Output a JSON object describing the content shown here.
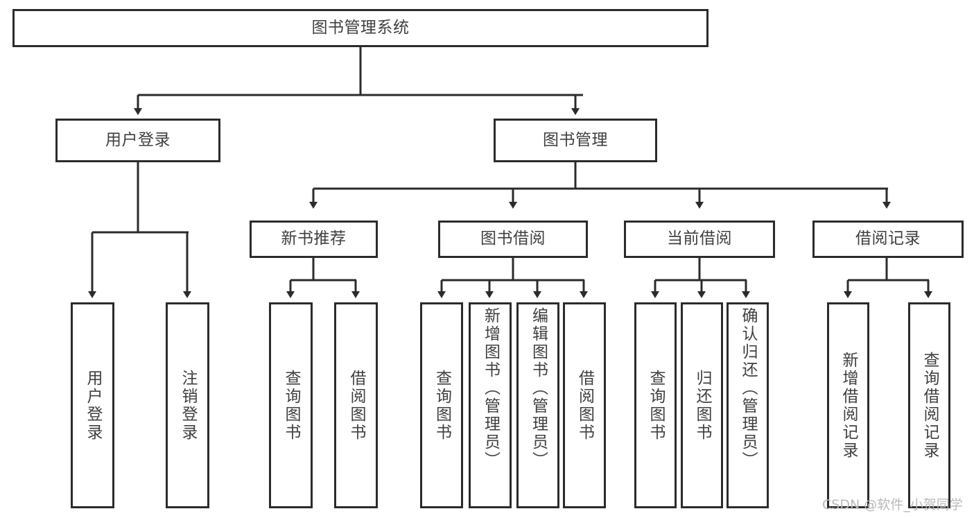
{
  "diagram": {
    "type": "tree-hierarchy",
    "root": {
      "label": "图书管理系统"
    },
    "level1": [
      {
        "label": "用户登录"
      },
      {
        "label": "图书管理"
      }
    ],
    "level2": [
      {
        "label": "新书推荐"
      },
      {
        "label": "图书借阅"
      },
      {
        "label": "当前借阅"
      },
      {
        "label": "借阅记录"
      }
    ],
    "leaves": {
      "user_login": [
        {
          "label": "用户登录"
        },
        {
          "label": "注销登录"
        }
      ],
      "new_book_recommend": [
        {
          "label": "查询图书"
        },
        {
          "label": "借阅图书"
        }
      ],
      "book_borrow": [
        {
          "label": "查询图书"
        },
        {
          "label": "新增图书（管理员）"
        },
        {
          "label": "编辑图书（管理员）"
        },
        {
          "label": "借阅图书"
        }
      ],
      "current_borrow": [
        {
          "label": "查询图书"
        },
        {
          "label": "归还图书"
        },
        {
          "label": "确认归还（管理员）"
        }
      ],
      "borrow_record": [
        {
          "label": "新增借阅记录"
        },
        {
          "label": "查询借阅记录"
        }
      ]
    }
  },
  "watermark": {
    "text": "CSDN @软件_小贺同学"
  },
  "colors": {
    "stroke": "#2b2b2b",
    "text": "#3f3f3f",
    "background": "#ffffff",
    "watermark": "#b9b9b9"
  }
}
